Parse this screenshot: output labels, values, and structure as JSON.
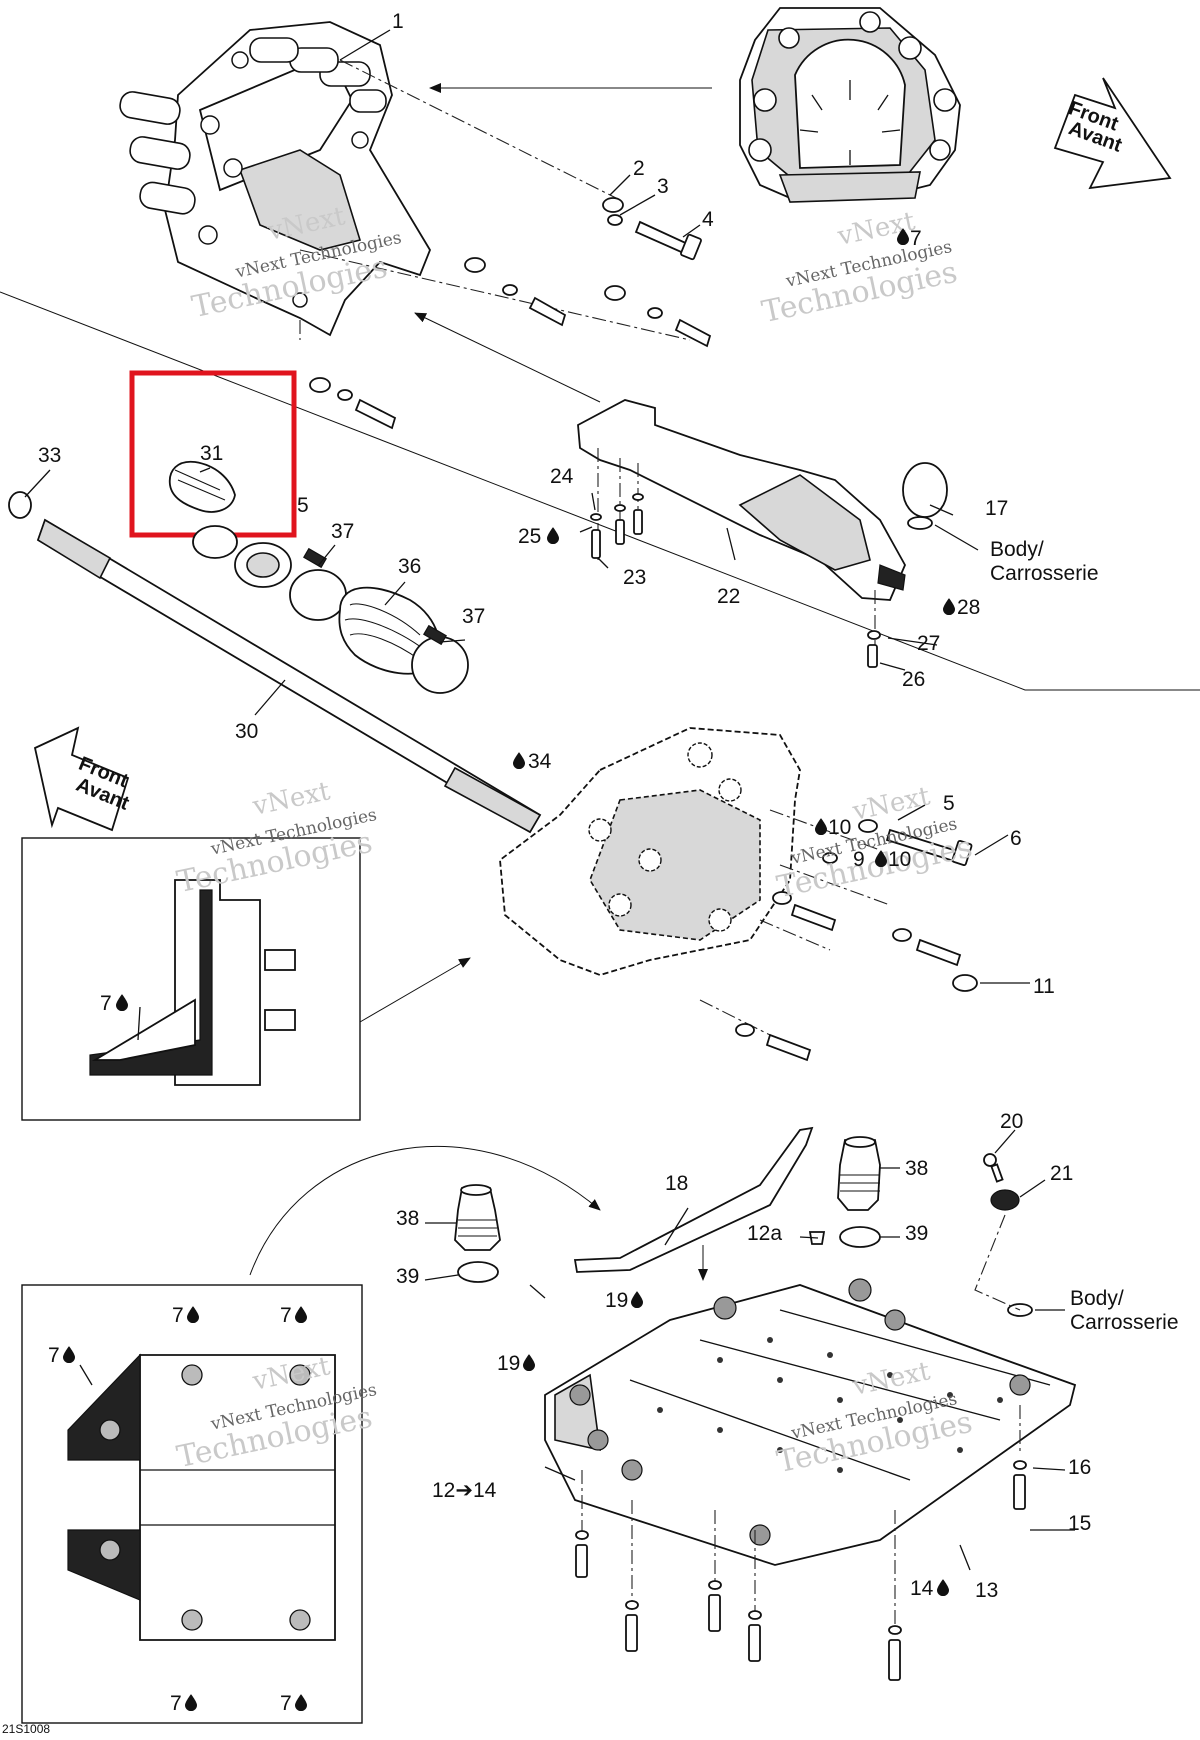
{
  "drawing_code": "21S1008",
  "watermark": {
    "line1": "vNext",
    "line2": "vNext Technologies",
    "line3": "Technologies"
  },
  "front_arrow": {
    "line1": "Front",
    "line2": "Avant"
  },
  "body_label": {
    "line1": "Body/",
    "line2": "Carrosserie"
  },
  "callouts": {
    "c1": "1",
    "c2": "2",
    "c3": "3",
    "c4": "4",
    "c5a": "5",
    "c5b": "5",
    "c6": "6",
    "c7top": "7",
    "c7inset": "7",
    "c7a": "7",
    "c7b": "7",
    "c7c": "7",
    "c7d": "7",
    "c7e": "7",
    "c9": "9",
    "c10a": "10",
    "c10b": "10",
    "c11": "11",
    "c12a": "12a",
    "c12to14": "12➔14",
    "c13": "13",
    "c14": "14",
    "c15": "15",
    "c16": "16",
    "c17": "17",
    "c18": "18",
    "c19a": "19",
    "c19b": "19",
    "c20": "20",
    "c21": "21",
    "c22": "22",
    "c23": "23",
    "c24": "24",
    "c25": "25",
    "c26": "26",
    "c27": "27",
    "c28": "28",
    "c30": "30",
    "c31": "31",
    "c33": "33",
    "c34": "34",
    "c36": "36",
    "c37a": "37",
    "c37b": "37",
    "c38a": "38",
    "c38b": "38",
    "c39a": "39",
    "c39b": "39"
  },
  "highlight": {
    "color": "#e0141e",
    "target_callout": "31"
  },
  "icons": {
    "drop": "drop-icon",
    "arrow": "arrow-icon"
  }
}
